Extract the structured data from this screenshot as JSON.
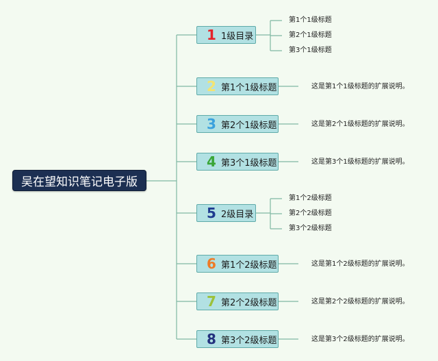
{
  "root": {
    "label": "吴在望知识笔记电子版"
  },
  "branches": [
    {
      "number": "1",
      "color": "#e4242a",
      "label": "1级目录",
      "children": [
        "第1个1级标题",
        "第2个1级标题",
        "第3个1级标题"
      ]
    },
    {
      "number": "2",
      "color": "#f3e472",
      "label": "第1个1级标题",
      "children": [
        "这是第1个1级标题的扩展说明。"
      ]
    },
    {
      "number": "3",
      "color": "#3aa1dd",
      "label": "第2个1级标题",
      "children": [
        "这是第2个1级标题的扩展说明。"
      ]
    },
    {
      "number": "4",
      "color": "#3aa637",
      "label": "第3个1级标题",
      "children": [
        "这是第3个1级标题的扩展说明。"
      ]
    },
    {
      "number": "5",
      "color": "#1e3b8f",
      "label": "2级目录",
      "children": [
        "第1个2级标题",
        "第2个2级标题",
        "第3个2级标题"
      ]
    },
    {
      "number": "6",
      "color": "#ee7b27",
      "label": "第1个2级标题",
      "children": [
        "这是第1个2级标题的扩展说明。"
      ]
    },
    {
      "number": "7",
      "color": "#9cc13a",
      "label": "第2个2级标题",
      "children": [
        "这是第2个2级标题的扩展说明。"
      ]
    },
    {
      "number": "8",
      "color": "#23317d",
      "label": "第3个2级标题",
      "children": [
        "这是第3个2级标题的扩展说明。"
      ]
    }
  ],
  "colors": {
    "line": "#7fb7a2",
    "node_fill": "#b2e1e3",
    "root_fill": "#1c2f52"
  }
}
